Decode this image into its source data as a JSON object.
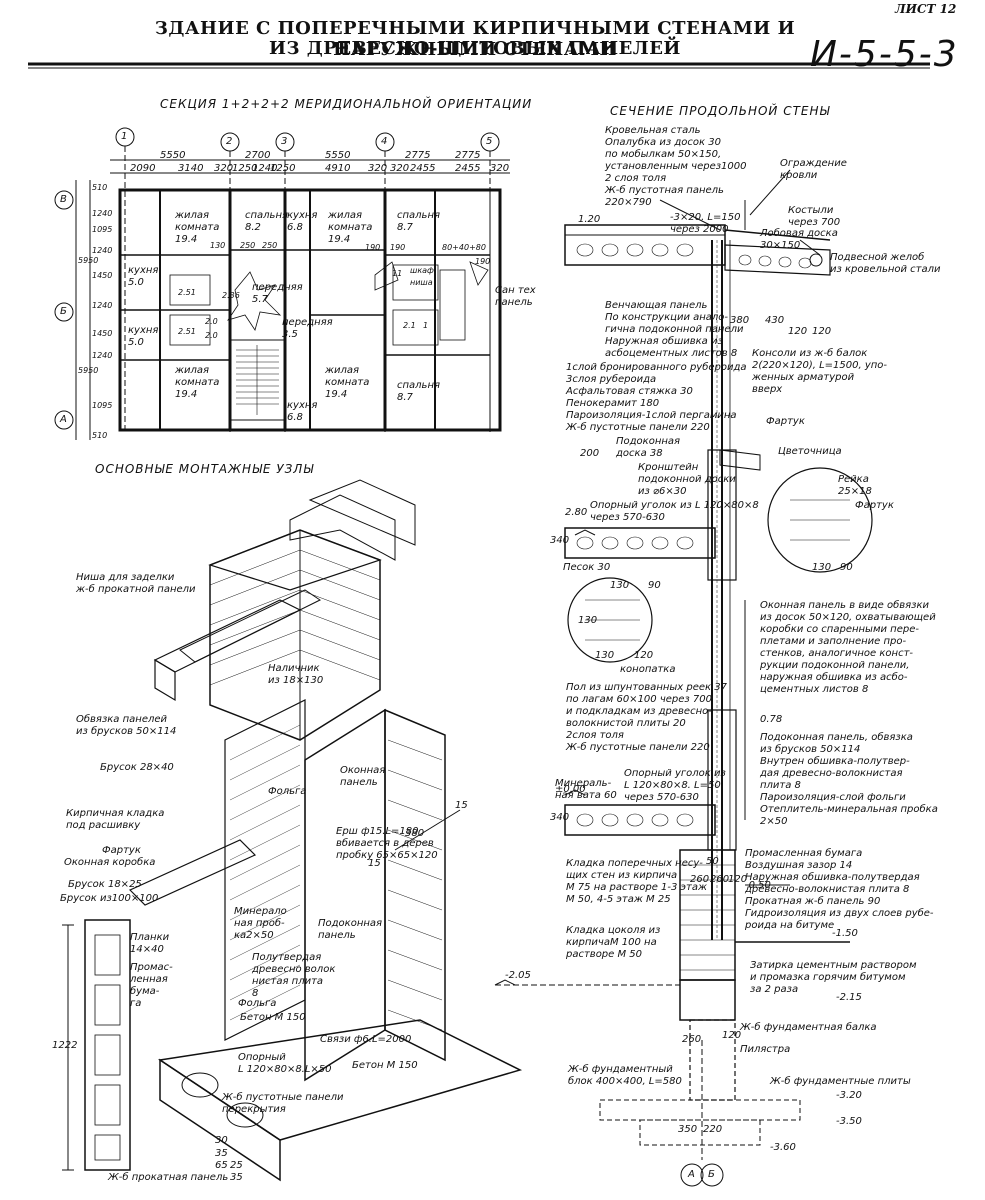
{
  "sheet": {
    "label": "ЛИСТ 12",
    "code": "И-5-5-3"
  },
  "header": {
    "title_line1": "ЗДАНИЕ С ПОПЕРЕЧНЫМИ КИРПИЧНЫМИ СТЕНАМИ И НАРУЖНЫМИ СТЕНАМИ",
    "title_line2": "ИЗ ДРЕВЕСНО-ЩИТОВЫХ ПАНЕЛЕЙ"
  },
  "plan": {
    "title": "СЕКЦИЯ 1+2+2+2 МЕРИДИОНАЛЬНОЙ ОРИЕНТАЦИИ",
    "axes_top": [
      "1",
      "2",
      "3",
      "4",
      "5"
    ],
    "axes_left": [
      "В",
      "Б",
      "А"
    ],
    "dims_top_row1": [
      "5550",
      "2700",
      "5550",
      "2775",
      "2775"
    ],
    "dims_top_row2": [
      "2090",
      "3140",
      "320",
      "1250",
      "1240",
      "1250",
      "4910",
      "320",
      "320",
      "2455",
      "2455",
      "320"
    ],
    "dims_left": [
      "510",
      "1240",
      "1095",
      "1240",
      "1450",
      "5950",
      "1240",
      "1450",
      "1240",
      "5950",
      "1095",
      "510"
    ],
    "rooms": [
      {
        "label": "жилая\nкомната\n19.4"
      },
      {
        "label": "спальня\n8.2"
      },
      {
        "label": "кухня\n6.8"
      },
      {
        "label": "жилая\nкомната\n19.4"
      },
      {
        "label": "спальня\n8.7"
      },
      {
        "label": "кухня\n5.0"
      },
      {
        "label": "передняя\n5.7"
      },
      {
        "label": "кухня\n5.0"
      },
      {
        "label": "передняя\n3.5"
      },
      {
        "label": "жилая\nкомната\n19.4"
      },
      {
        "label": "жилая\nкомната\n19.4"
      },
      {
        "label": "спальня\n8.7"
      },
      {
        "label": "кухня\n6.8"
      },
      {
        "label": "шкаф\nниша"
      }
    ],
    "note_right": "Сан тех\nпанель",
    "inner_dims": [
      "130",
      "250",
      "250",
      "190",
      "190",
      "80+40+80",
      "190",
      "2.51",
      "2.36",
      "2.0",
      "2.51",
      "2.0",
      "11",
      "2.1",
      "1"
    ]
  },
  "nodes": {
    "title": "ОСНОВНЫЕ МОНТАЖНЫЕ УЗЛЫ",
    "labels": [
      {
        "text": "Ниша для заделки\nж-б прокатной панели"
      },
      {
        "text": "Наличник\nиз 18×130"
      },
      {
        "text": "Обвязка панелей\nиз брусков 50×114"
      },
      {
        "text": "Брусок 28×40"
      },
      {
        "text": "Кирпичная кладка\nпод расшивку"
      },
      {
        "text": "Фартук"
      },
      {
        "text": "Оконная коробка"
      },
      {
        "text": "Брусок 18×25"
      },
      {
        "text": "Брусок из100×100"
      },
      {
        "text": "Планки\n14×40"
      },
      {
        "text": "Промас-\nленная\nбума-\nга"
      },
      {
        "text": "Минерало\nная проб-\nка2×50"
      },
      {
        "text": "Полутвердая\nдревесно волок\nнистая плита\n8"
      },
      {
        "text": "Фольга"
      },
      {
        "text": "Бетон М 150"
      },
      {
        "text": "Опорный\nL 120×80×8.L×50"
      },
      {
        "text": "Связи ф6.L=2000"
      },
      {
        "text": "Бетон М 150"
      },
      {
        "text": "Ж-б пустотные панели\nперекрытия"
      },
      {
        "text": "Ж-б прокатная панель"
      },
      {
        "text": "Оконная\nпанель"
      },
      {
        "text": "Фольга"
      },
      {
        "text": "Ерш ф15.L=180\nвбивается в дерев\nпробку 65×65×120"
      },
      {
        "text": "Подоконная\nпанель"
      }
    ],
    "dims": [
      "380",
      "15",
      "15",
      "1222",
      "30",
      "35",
      "65",
      "25",
      "35"
    ]
  },
  "section": {
    "title": "СЕЧЕНИЕ ПРОДОЛЬНОЙ СТЕНЫ",
    "labels": [
      {
        "text": "Кровельная сталь\nОпалубка из досок 30\nпо мобылкам 50×150,\nустановленным через1000\n2 слоя толя\nЖ-б пустотная панель\n220×790"
      },
      {
        "text": "Ограждение\nкровли"
      },
      {
        "text": "Костыли\nчерез 700"
      },
      {
        "text": "Лобовая доска\n30×150"
      },
      {
        "text": "Подвесной желоб\nиз кровельной стали"
      },
      {
        "text": "Венчающая панель\nПо конструкции анало-\nгична подоконной панели\nНаружная обшивка из\nасбоцементных листов 8"
      },
      {
        "text": "Консоли из ж-б балок\n2(220×120), L=1500, упо-\nженных арматурой\nвверх"
      },
      {
        "text": "1слой бронированного рубероида\n3слоя рубероида\nАсфальтовая стяжка 30\nПенокерамит 180\nПароизоляция-1слой пергамина\nЖ-б пустотные панели 220"
      },
      {
        "text": "Фартук"
      },
      {
        "text": "Подоконная\nдоска 38"
      },
      {
        "text": "Цветочница"
      },
      {
        "text": "Кронштейн\nподоконной доски\nиз ⌀6×30"
      },
      {
        "text": "Рейка\n25×18"
      },
      {
        "text": "Фартук"
      },
      {
        "text": "Опорный уголок из L 120×80×8\nчерез 570-630"
      },
      {
        "text": "Песок 30"
      },
      {
        "text": "конопатка"
      },
      {
        "text": "Оконная панель в виде обвязки\nиз досок 50×120, охватывающей\nкоробки со спаренными пере-\nплетами и заполнение про-\nстенков, аналогичное конст-\nрукции подоконной панели,\nнаружная обшивка из асбо-\nцементных листов 8"
      },
      {
        "text": "Пол из шпунтованных реек 37\nпо лагам 60×100 через 700\nи подкладкам из древесно-\nволокнистой плиты 20\n2слоя толя\nЖ-б пустотные панели 220"
      },
      {
        "text": "Опорный уголок из\nL 120×80×8. L=50\nчерез 570-630"
      },
      {
        "text": "Минераль-\nная вата 60"
      },
      {
        "text": "Подоконная панель, обвязка\nиз брусков 50×114\nВнутрен обшивка-полутвер-\nдая древесно-волокнистая\nплита 8\nПароизоляция-слой фольги\nОтеплитель-минеральная пробка\n2×50"
      },
      {
        "text": "Промасленная бумага\nВоздушная зазор 14\nНаружная обшивка-полутвердая\nдревесно-волокнистая плита 8\nПрокатная ж-б панель 90"
      },
      {
        "text": "Кладка поперечных несу-\nщих стен из кирпича\nМ 75 на растворе 1-3 этаж\nМ 50, 4-5 этаж М 25"
      },
      {
        "text": "Гидроизоляция из двух слоев рубе-\nроида на битуме"
      },
      {
        "text": "Кладка цоколя из\nкирпичаМ 100 на\nрастворе М 50"
      },
      {
        "text": "Затирка цементным раствором\nи промазка горячим битумом\nза 2 раза"
      },
      {
        "text": "Ж-б фундаментная балка"
      },
      {
        "text": "Пилястра"
      },
      {
        "text": "Ж-б фундаментный\nблок 400×400, L=580"
      },
      {
        "text": "Ж-б фундаментные плиты"
      }
    ],
    "levels": [
      "1.20",
      "2.80",
      "0.78",
      "±0.00",
      "-0.50",
      "-1.50",
      "-2.05",
      "-2.15",
      "-3.20",
      "-3.50",
      "-3.60"
    ],
    "dims": [
      "-3×20. L=150\nчерез 2000",
      "380",
      "430",
      "120",
      "120",
      "130",
      "90",
      "130",
      "130",
      "130",
      "120",
      "90",
      "340",
      "340",
      "50",
      "260",
      "260",
      "120",
      "260",
      "120",
      "350",
      "220",
      "200"
    ],
    "axis_marks": [
      "А",
      "Б"
    ]
  }
}
